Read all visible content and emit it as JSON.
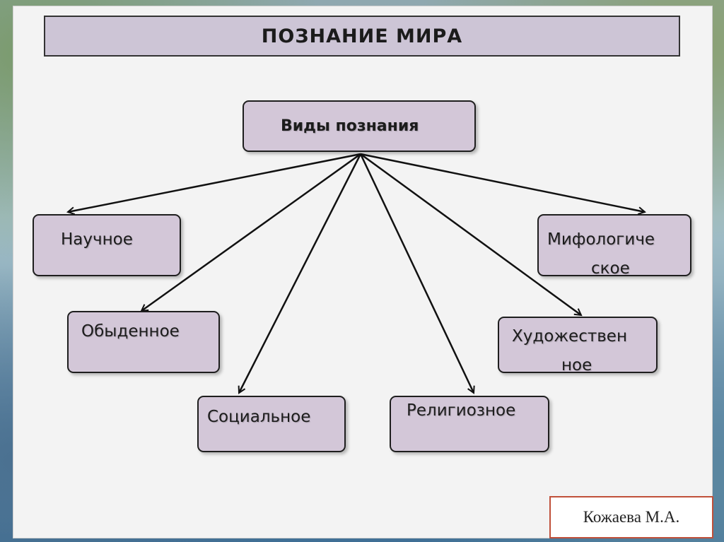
{
  "title": "ПОЗНАНИЕ  МИРА",
  "root": "Виды познания",
  "kinds": {
    "scientific": "Научное",
    "everyday": "Обыденное",
    "social": "Социальное",
    "religious": "Религиозное",
    "artistic_line1": "Художествен",
    "artistic_line2": "ное",
    "mythological_line1": "Мифологиче",
    "mythological_line2": "ское"
  },
  "author": "Кожаева М.А."
}
